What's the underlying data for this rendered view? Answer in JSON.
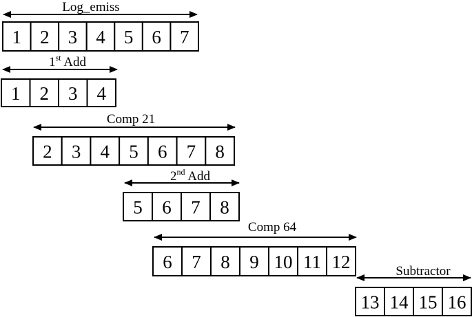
{
  "stages": [
    {
      "id": "log-emiss",
      "label": "Log_emiss",
      "cells": [
        "1",
        "2",
        "3",
        "4",
        "5",
        "6",
        "7"
      ]
    },
    {
      "id": "add-1",
      "label": "1",
      "label_sup": "st",
      "label_tail": " Add",
      "cells": [
        "1",
        "2",
        "3",
        "4"
      ]
    },
    {
      "id": "comp-21",
      "label": "Comp 21",
      "cells": [
        "2",
        "3",
        "4",
        "5",
        "6",
        "7",
        "8"
      ]
    },
    {
      "id": "add-2",
      "label": "2",
      "label_sup": "nd",
      "label_tail": " Add",
      "cells": [
        "5",
        "6",
        "7",
        "8"
      ]
    },
    {
      "id": "comp-64",
      "label": "Comp 64",
      "cells": [
        "6",
        "7",
        "8",
        "9",
        "10",
        "11",
        "12"
      ]
    },
    {
      "id": "subtractor",
      "label": "Subtractor",
      "cells": [
        "13",
        "14",
        "15",
        "16"
      ]
    }
  ]
}
